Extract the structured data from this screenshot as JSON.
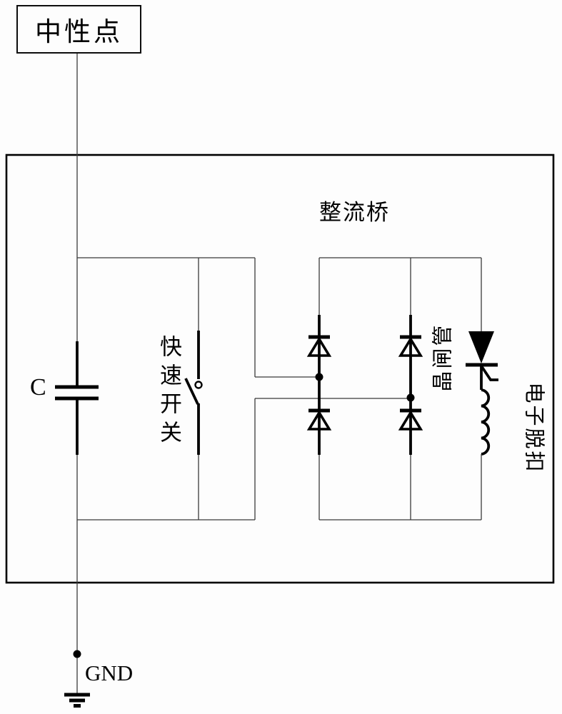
{
  "figure": {
    "neutral_point": "中性点",
    "rectifier_bridge": "整流桥",
    "capacitor": "C",
    "fast_switch": "快速开关",
    "thyristor": "晶闸管",
    "electronic_trip": "电子脱扣",
    "ground": "GND"
  },
  "colors": {
    "ink": "#000000",
    "thin": "#3a3a3a",
    "bg": "#fdfdfd"
  }
}
